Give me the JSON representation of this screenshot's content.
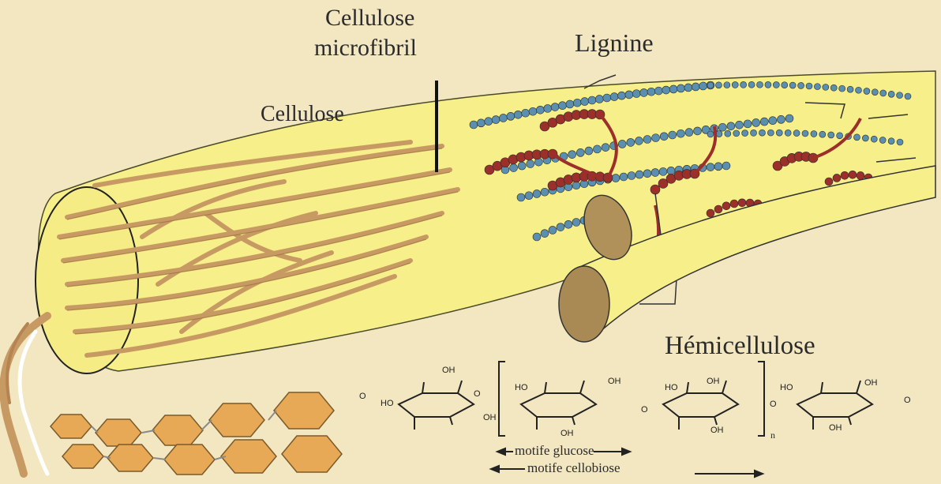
{
  "labels": {
    "cellulose_microfibril_line1": "Cellulose",
    "cellulose_microfibril_line2": "microfibril",
    "lignine": "Lignine",
    "cellulose": "Cellulose",
    "hemicellulose": "Hémicellulose",
    "motif_glucose": "motife glucose",
    "motif_cellobiose": "motife cellobiose",
    "subscript_n": "n"
  },
  "chem_text": {
    "oh": "OH",
    "ho": "HO",
    "o": "O"
  },
  "colors": {
    "background": "#f3e7c2",
    "microfibril_fill": "#f7f08a",
    "fiber": "#c89a63",
    "fiber_dark": "#9b6d3d",
    "lignin_blue": "#5b8fb0",
    "lignin_red": "#9c2f2a",
    "hexagon": "#e8a956",
    "cross_section": "#a98a55"
  }
}
